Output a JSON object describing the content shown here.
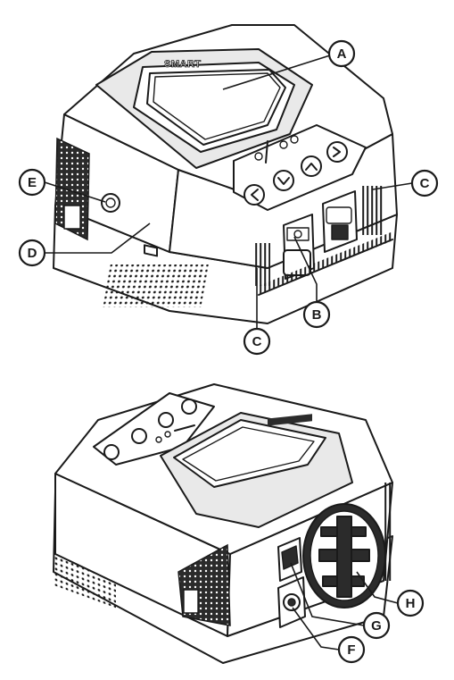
{
  "brand_text": "SMART",
  "callouts": {
    "a": "A",
    "b": "B",
    "c_right": "C",
    "c_bottom": "C",
    "d": "D",
    "e": "E",
    "f": "F",
    "g": "G",
    "h": "H"
  }
}
